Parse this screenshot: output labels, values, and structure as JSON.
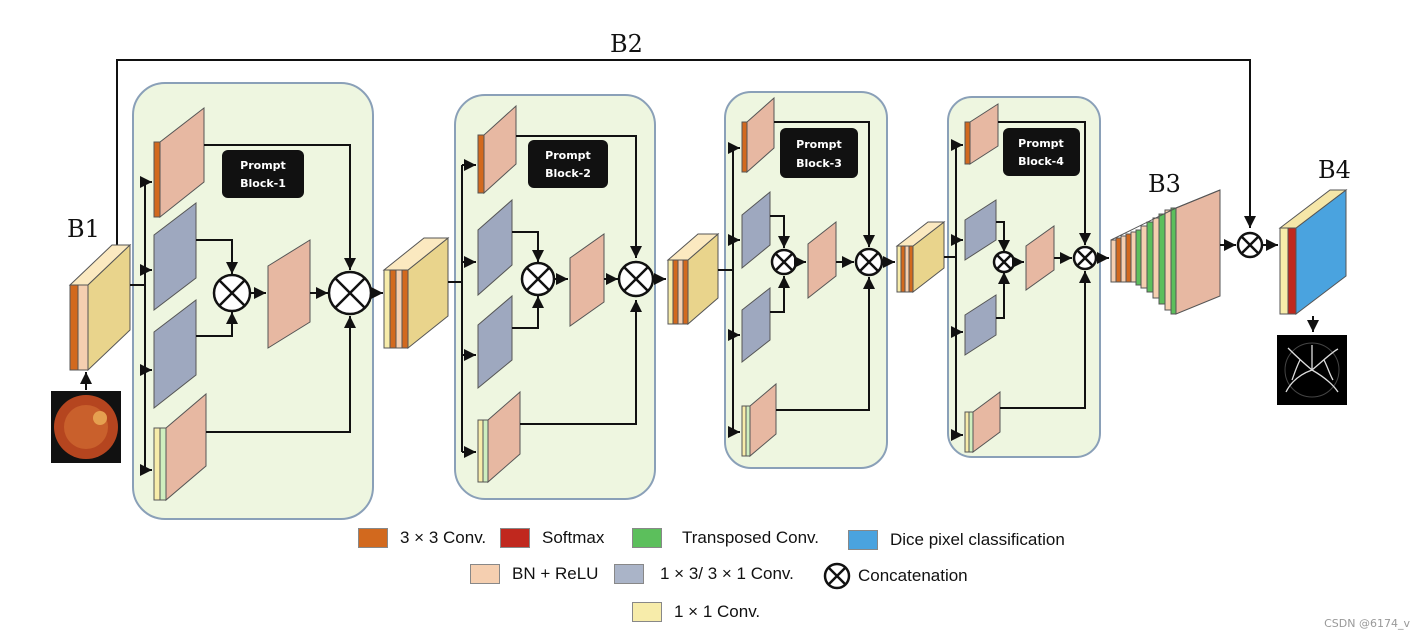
{
  "labels": {
    "b1": "B1",
    "b2": "B2",
    "b3": "B3",
    "b4": "B4"
  },
  "prompt_blocks": [
    {
      "line1": "Prompt",
      "line2": "Block-1"
    },
    {
      "line1": "Prompt",
      "line2": "Block-2"
    },
    {
      "line1": "Prompt",
      "line2": "Block-3"
    },
    {
      "line1": "Prompt",
      "line2": "Block-4"
    }
  ],
  "legend": {
    "conv3x3": "3 × 3 Conv.",
    "softmax": "Softmax",
    "transposed": "Transposed Conv.",
    "dice": "Dice pixel classification",
    "bn_relu": "BN + ReLU",
    "conv1x3": "1 × 3/ 3 × 1 Conv.",
    "concat": "Concatenation",
    "conv1x1": "1 × 1 Conv."
  },
  "colors": {
    "conv3x3": "#d2691e",
    "softmax": "#c0281e",
    "transposed": "#5cbf5c",
    "dice": "#4aa3df",
    "bn_relu": "#f5cfb0",
    "conv1x3": "#aab4c8",
    "conv1x1": "#f7ecaa",
    "block_bg": "#eef6e0",
    "block_border": "#8aa0b8",
    "salmon": "#e7b8a2",
    "yellow": "#e9d48c",
    "gray_blue": "#9ea8bf"
  },
  "watermark": "CSDN @6174_v"
}
